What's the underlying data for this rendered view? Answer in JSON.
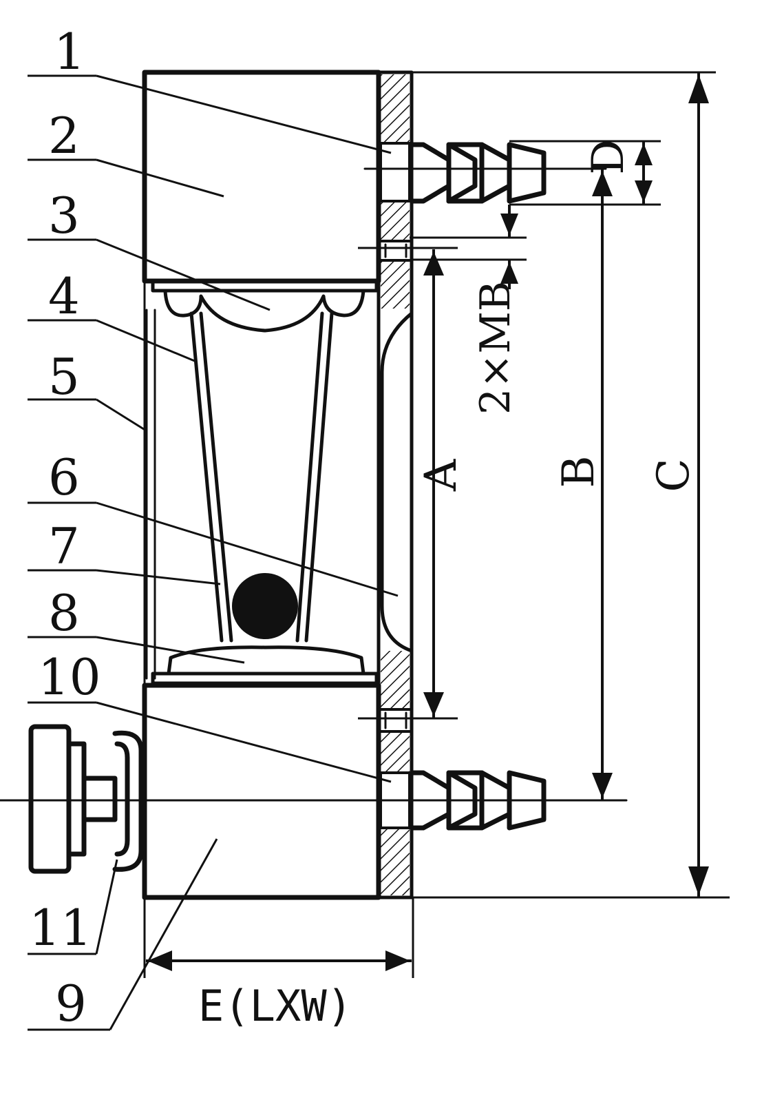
{
  "part_labels": [
    "1",
    "2",
    "3",
    "4",
    "5",
    "6",
    "7",
    "8",
    "10",
    "11",
    "9"
  ],
  "dimensions": {
    "a": "A",
    "b": "B",
    "c": "C",
    "d": "D",
    "mb": "2×MB",
    "e": "E(LXW)"
  },
  "colors": {
    "line": "#111111",
    "background": "#ffffff"
  }
}
